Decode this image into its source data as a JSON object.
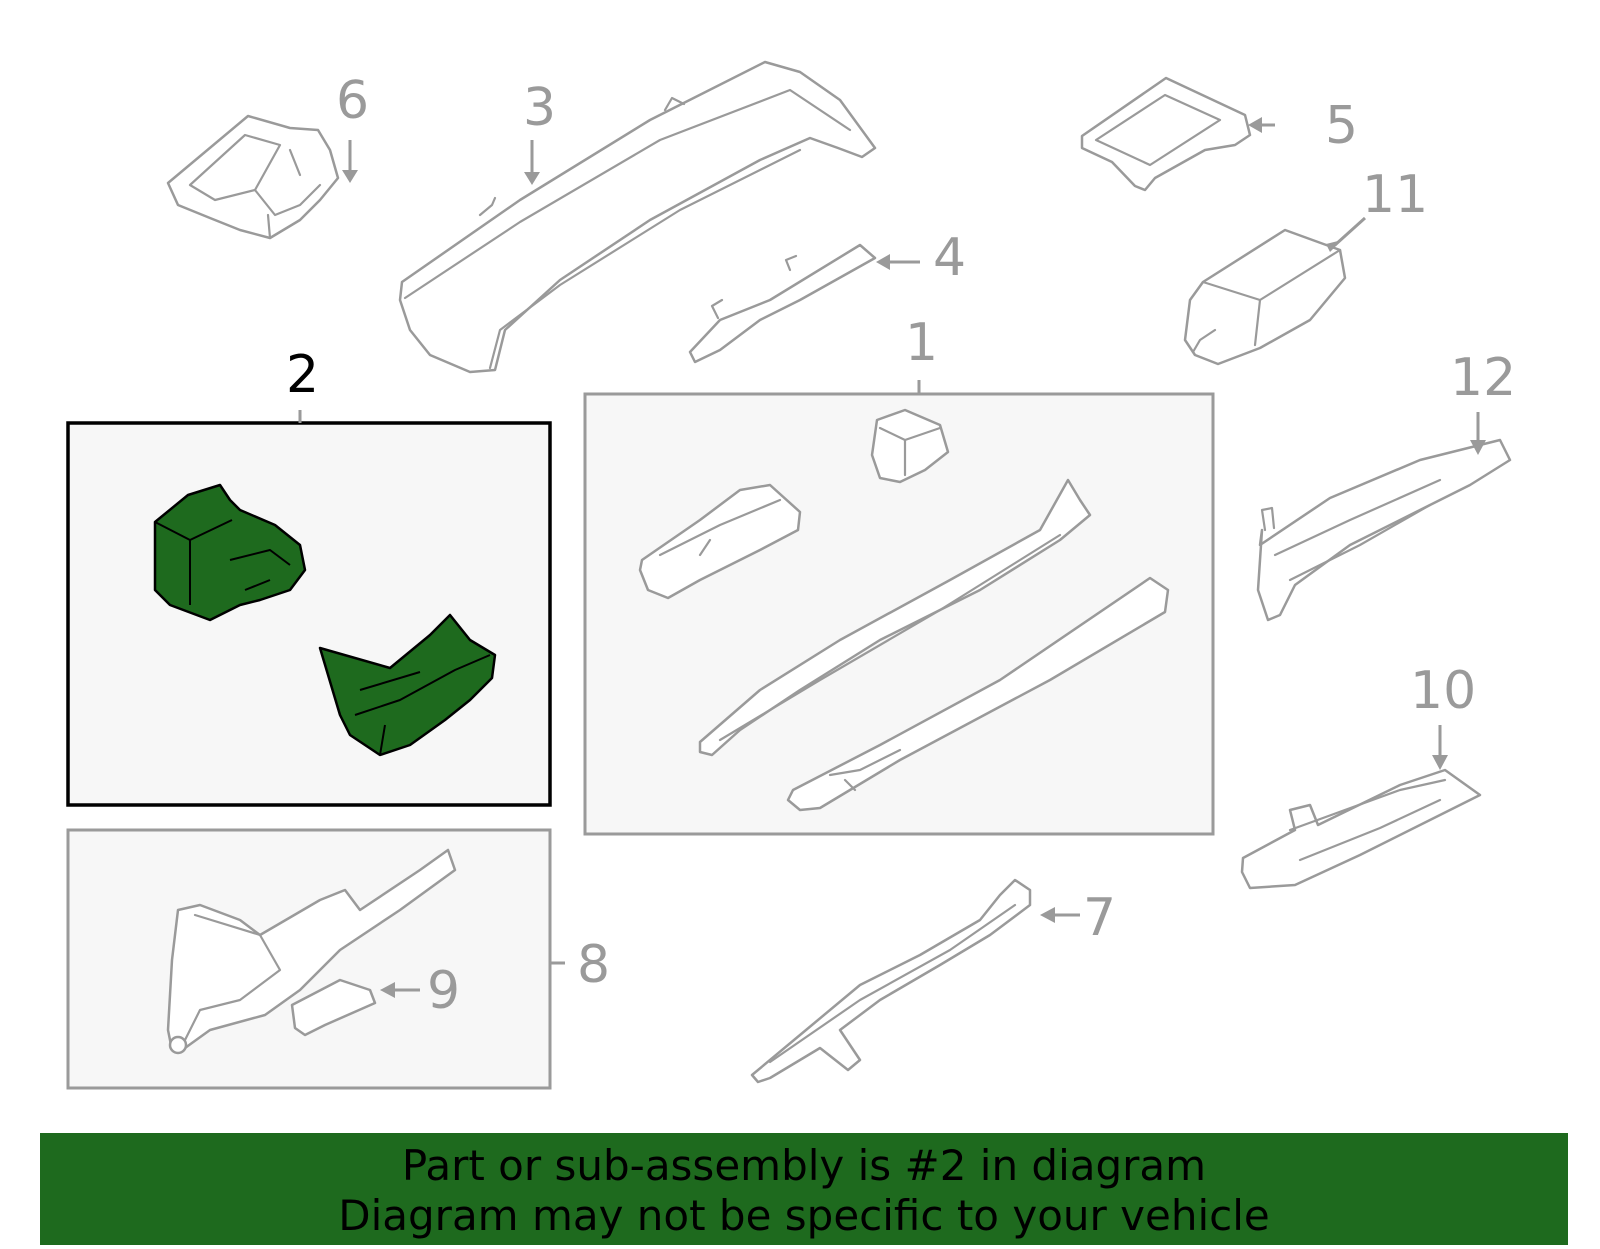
{
  "diagram": {
    "callouts": {
      "c1": "1",
      "c2": "2",
      "c3": "3",
      "c4": "4",
      "c5": "5",
      "c6": "6",
      "c7": "7",
      "c8": "8",
      "c9": "9",
      "c10": "10",
      "c11": "11",
      "c12": "12"
    },
    "selected_part": "2",
    "colors": {
      "highlight": "#1e6a1e",
      "outline": "#9a9a9a",
      "box_fill": "#f7f7f7"
    }
  },
  "banner": {
    "line1": "Part or sub-assembly is #2 in diagram",
    "line2": "Diagram may not be specific to your vehicle"
  }
}
